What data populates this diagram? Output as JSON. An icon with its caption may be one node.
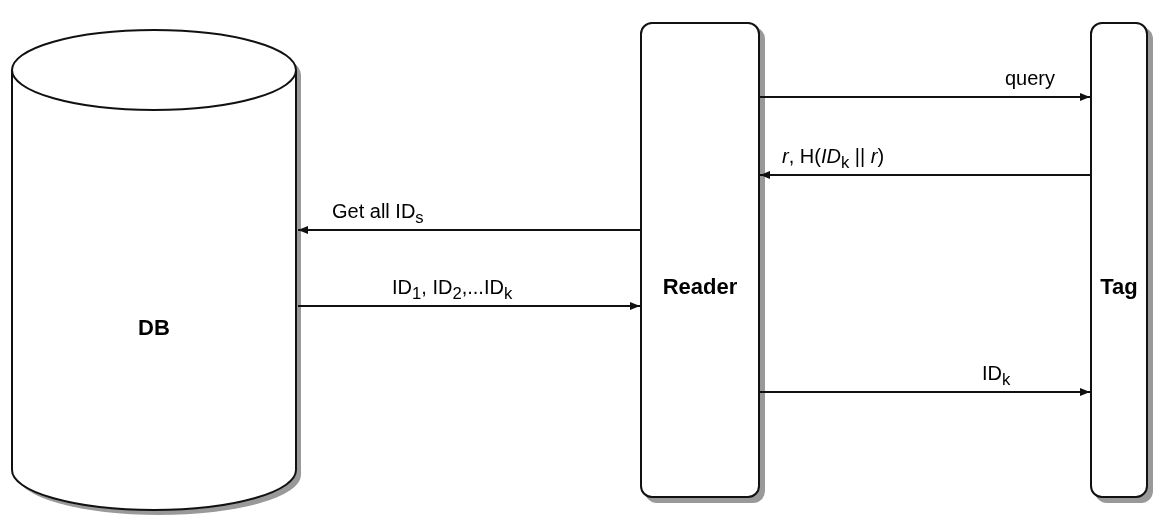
{
  "diagram": {
    "nodes": [
      {
        "text": [
          "DB"
        ]
      },
      {
        "text": [
          "Reader"
        ]
      },
      {
        "text": [
          "Tag"
        ]
      }
    ],
    "edges": [
      {
        "from": 1,
        "to": 2,
        "arrow": "to",
        "label": "query"
      },
      {
        "from": 2,
        "to": 1,
        "arrow": "to",
        "label": "*r*, H(*ID*$_{k}$ || *r*)"
      },
      {
        "from": 1,
        "to": 0,
        "arrow": "to",
        "label": "Get all ID$_{s}$"
      },
      {
        "from": 0,
        "to": 1,
        "arrow": "to",
        "label": "ID$_{1}$, ID$_{2}$,...ID$_{k}$"
      },
      {
        "from": 1,
        "to": 2,
        "arrow": "to",
        "label": "ID$_{k}$"
      }
    ]
  }
}
